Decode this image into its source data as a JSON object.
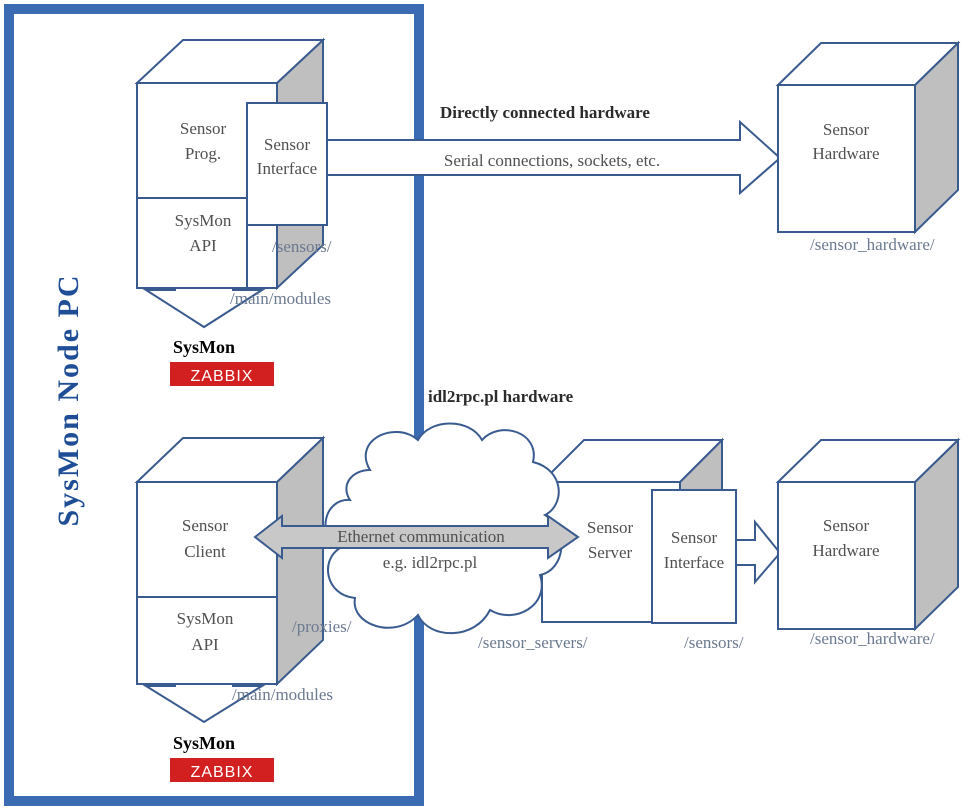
{
  "node_pc": {
    "title": "SysMon Node PC"
  },
  "direct": {
    "heading": "Directly connected hardware",
    "sensor_prog_line1": "Sensor",
    "sensor_prog_line2": "Prog.",
    "sensor_interface_line1": "Sensor",
    "sensor_interface_line2": "Interface",
    "api_line1": "SysMon",
    "api_line2": "API",
    "path_sensors": "/sensors/",
    "path_modules": "/main/modules",
    "arrow_label": "Serial connections, sockets, etc.",
    "hardware_line1": "Sensor",
    "hardware_line2": "Hardware",
    "path_hardware": "/sensor_hardware/",
    "sysmon_label": "SysMon",
    "zabbix_label": "ZABBIX"
  },
  "rpc": {
    "heading": "idl2rpc.pl hardware",
    "client_line1": "Sensor",
    "client_line2": "Client",
    "api_line1": "SysMon",
    "api_line2": "API",
    "path_proxies": "/proxies/",
    "path_modules": "/main/modules",
    "ethernet_line1": "Ethernet communication",
    "ethernet_line2": "e.g. idl2rpc.pl",
    "server_line1": "Sensor",
    "server_line2": "Server",
    "server_interface_line1": "Sensor",
    "server_interface_line2": "Interface",
    "path_servers": "/sensor_servers/",
    "path_sensors": "/sensors/",
    "hardware_line1": "Sensor",
    "hardware_line2": "Hardware",
    "path_hardware": "/sensor_hardware/",
    "sysmon_label": "SysMon",
    "zabbix_label": "ZABBIX"
  },
  "colors": {
    "frame_blue": "#3b6cb3",
    "zabbix_red": "#d21f1f",
    "cube_side_gray": "#bfbfbf"
  }
}
